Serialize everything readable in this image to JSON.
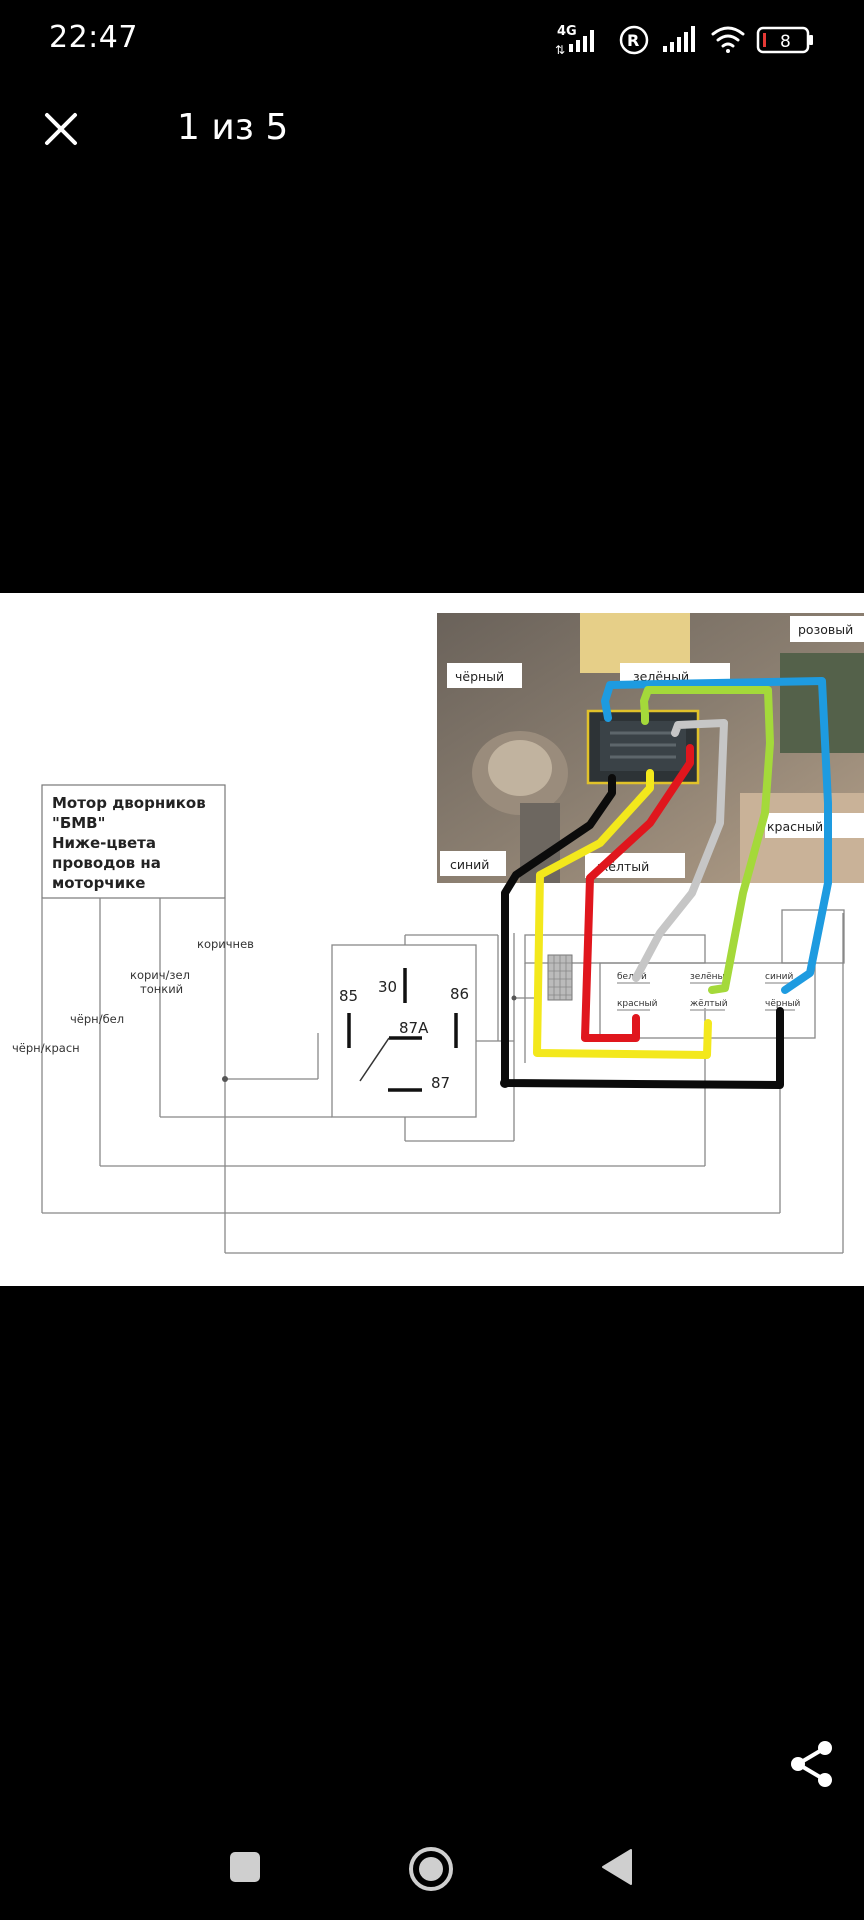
{
  "status_bar": {
    "time": "22:47",
    "network_label": "4G",
    "battery_level": "8",
    "icons": [
      "signal-4g-icon",
      "roaming-icon",
      "signal-icon",
      "wifi-icon",
      "battery-icon"
    ]
  },
  "viewer": {
    "close_icon": "close-icon",
    "page_counter": "1 из 5"
  },
  "image": {
    "motor_title_lines": [
      "Мотор дворников",
      "\"БМВ\"",
      "Ниже-цвета",
      "проводов на",
      "моторчике"
    ],
    "wire_labels": {
      "brown": "коричнев",
      "brown_green_1": "корич/зел",
      "brown_green_2": "тонкий",
      "black_white": "чёрн/бел",
      "black_red": "чёрн/красн"
    },
    "relay_pins": {
      "p85": "85",
      "p30": "30",
      "p86": "86",
      "p87a": "87А",
      "p87": "87"
    },
    "photo_labels": {
      "black": "чёрный",
      "green": "зелёный",
      "pink": "розовый",
      "red": "красный",
      "blue": "синий",
      "yellow": "жёлтый"
    },
    "connector_labels": {
      "white": "белый",
      "green": "зелёный",
      "blue": "синий",
      "red": "красный",
      "yellow": "жёлтый",
      "black": "чёрный"
    }
  },
  "actions": {
    "share_icon": "share-icon"
  },
  "nav_bar": {
    "buttons": [
      "recents-button",
      "home-button",
      "back-button"
    ]
  }
}
